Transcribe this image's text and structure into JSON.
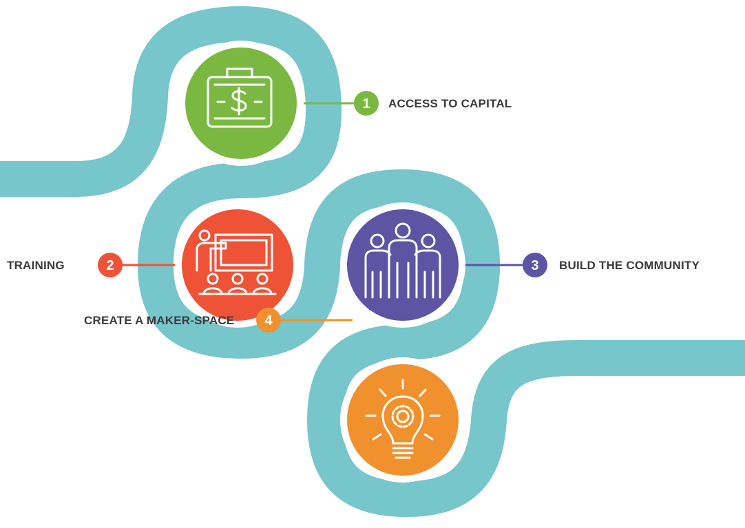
{
  "colors": {
    "path": "#76c6cc",
    "capital": "#7ab842",
    "training": "#ee5338",
    "community": "#5d54a4",
    "makerspace": "#f0912d",
    "text": "#3a3a3c"
  },
  "steps": [
    {
      "number": "1",
      "label": "ACCESS TO CAPITAL",
      "icon": "briefcase-dollar-icon"
    },
    {
      "number": "2",
      "label": "TRAINING",
      "icon": "presentation-audience-icon"
    },
    {
      "number": "3",
      "label": "BUILD THE COMMUNITY",
      "icon": "people-group-icon"
    },
    {
      "number": "4",
      "label": "CREATE A MAKER-SPACE",
      "icon": "lightbulb-gear-icon"
    }
  ]
}
